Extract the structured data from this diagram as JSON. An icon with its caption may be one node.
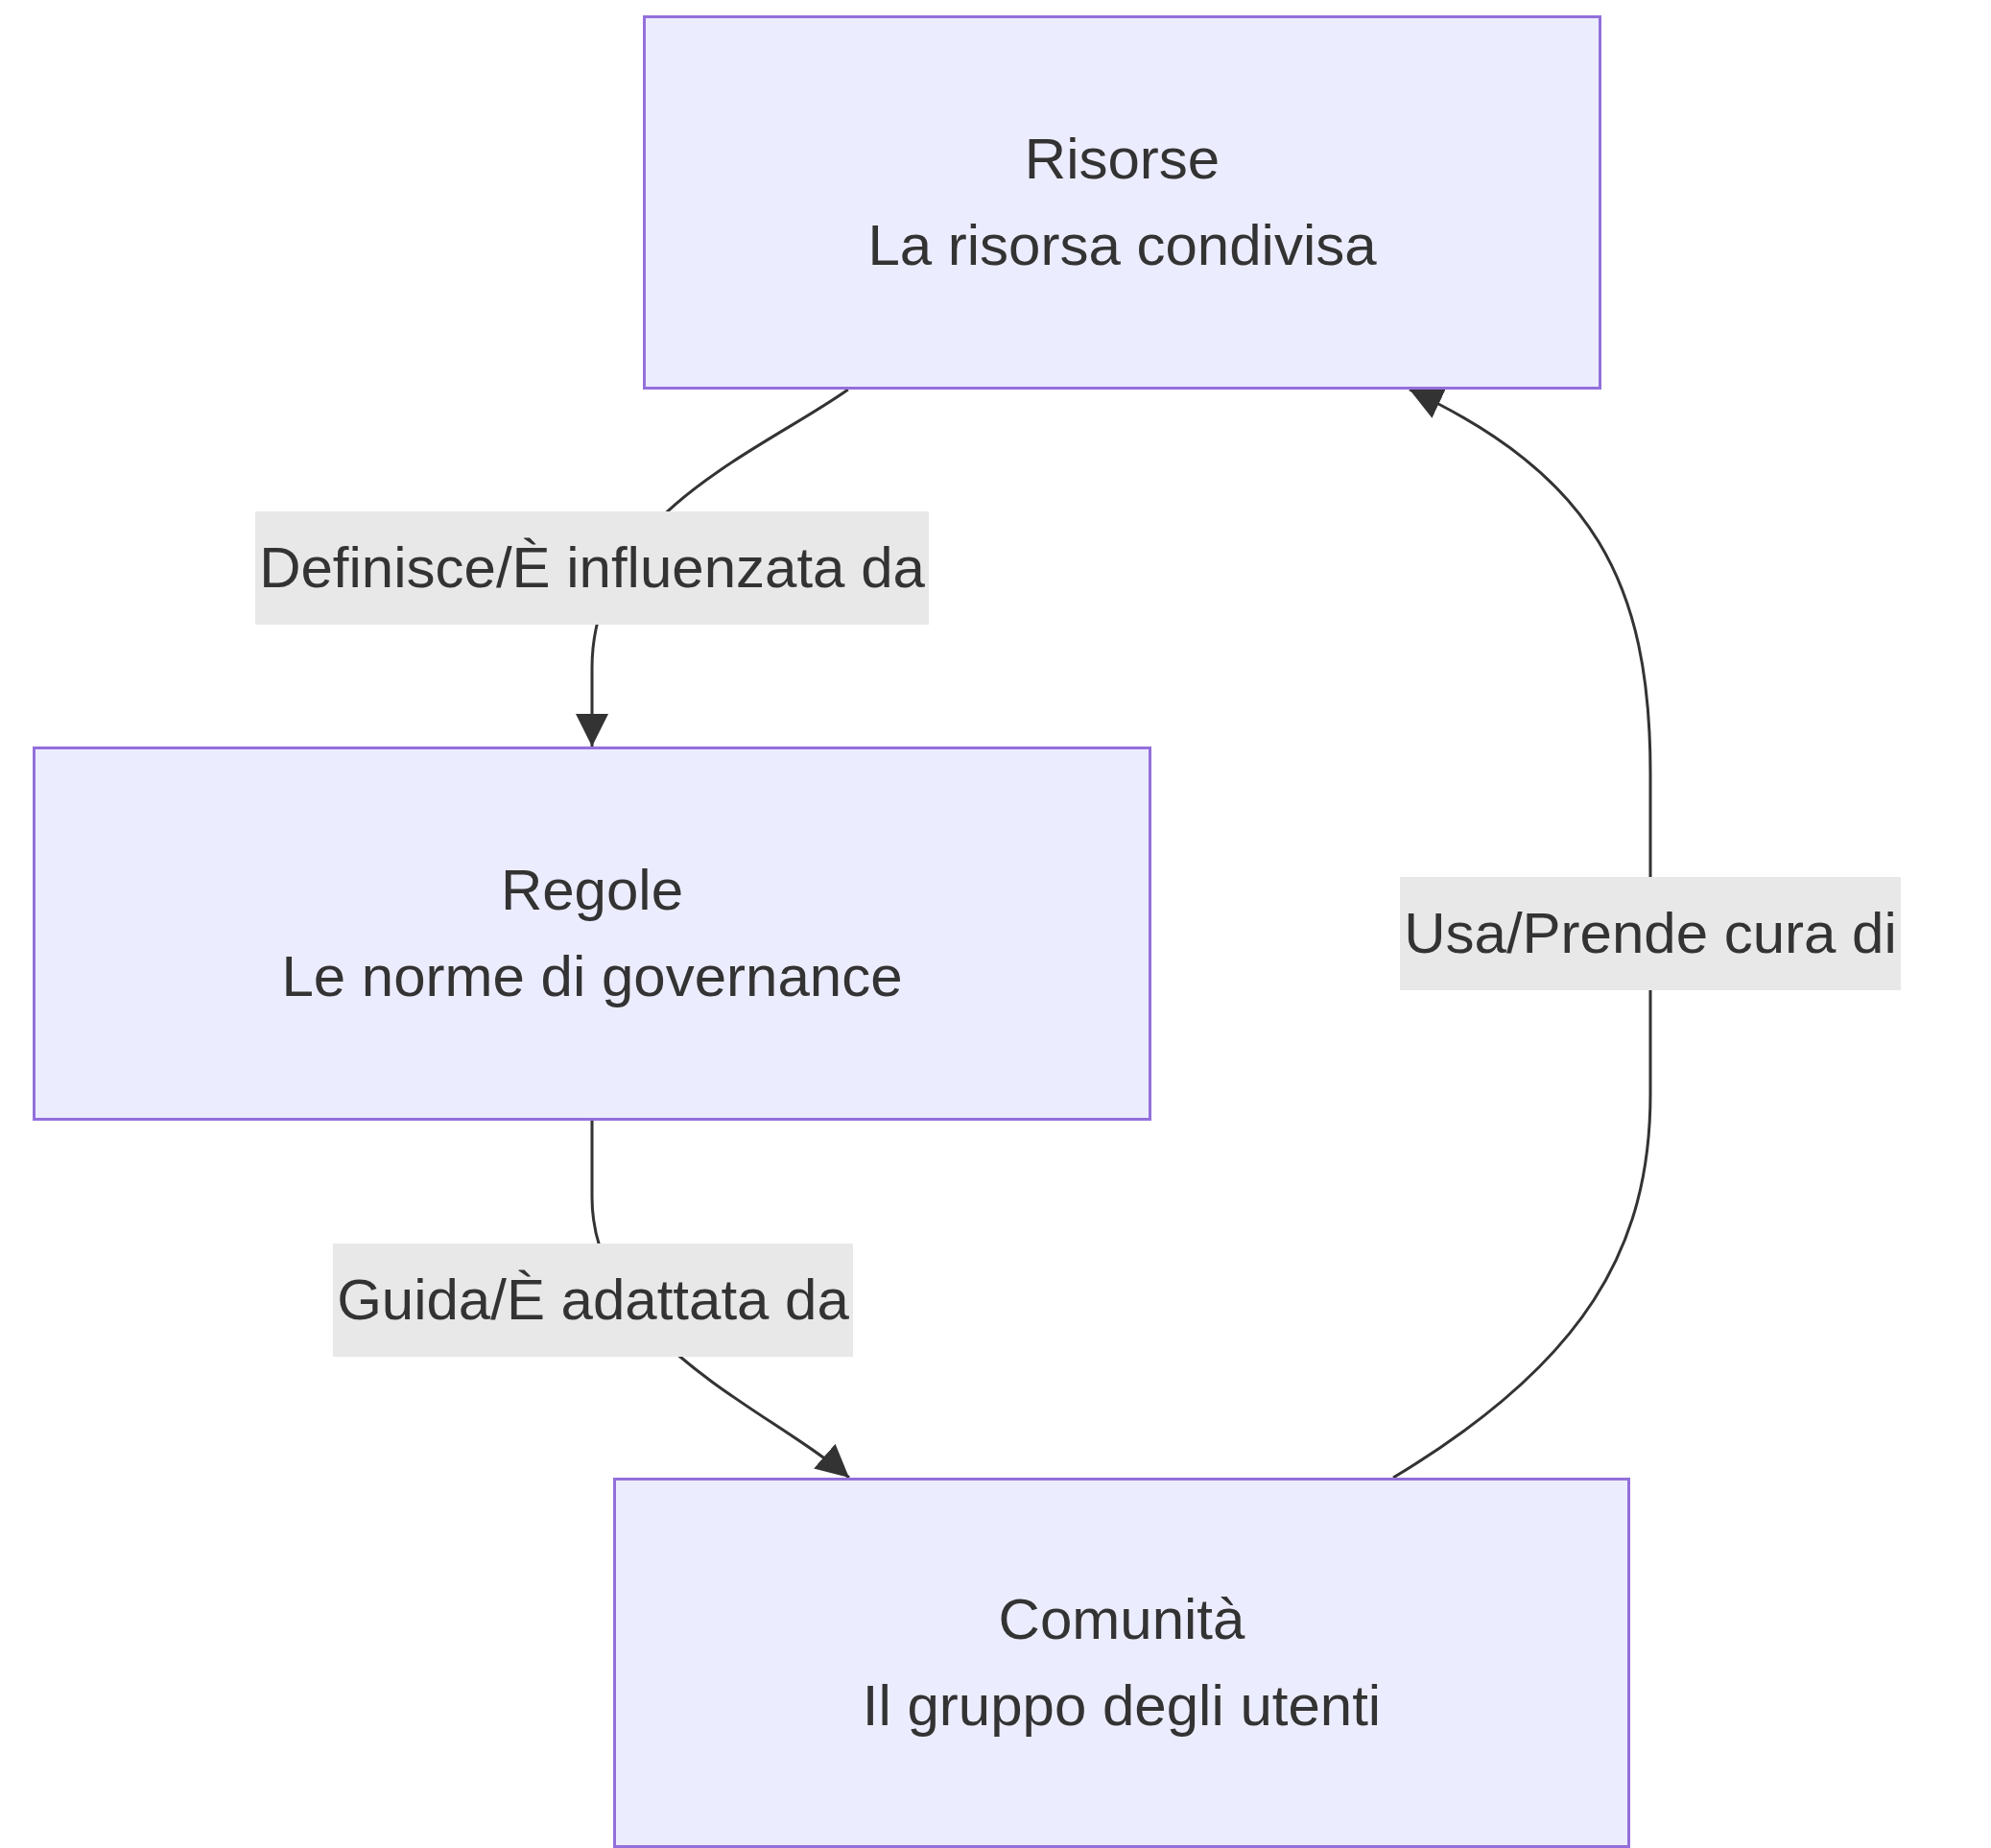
{
  "diagram": {
    "nodes": [
      {
        "text": [
          "Risorse",
          "La risorsa condivisa"
        ]
      },
      {
        "text": [
          "Regole",
          "Le norme di governance"
        ]
      },
      {
        "text": [
          "Comunità",
          "Il gruppo degli utenti"
        ]
      }
    ],
    "edges": [
      {
        "from": 0,
        "to": 1,
        "arrow": "to",
        "label": "Definisce/È influenzata da"
      },
      {
        "from": 1,
        "to": 2,
        "arrow": "to",
        "label": "Guida/È adattata da"
      },
      {
        "from": 2,
        "to": 0,
        "arrow": "to",
        "label": "Usa/Prende cura di"
      }
    ]
  }
}
